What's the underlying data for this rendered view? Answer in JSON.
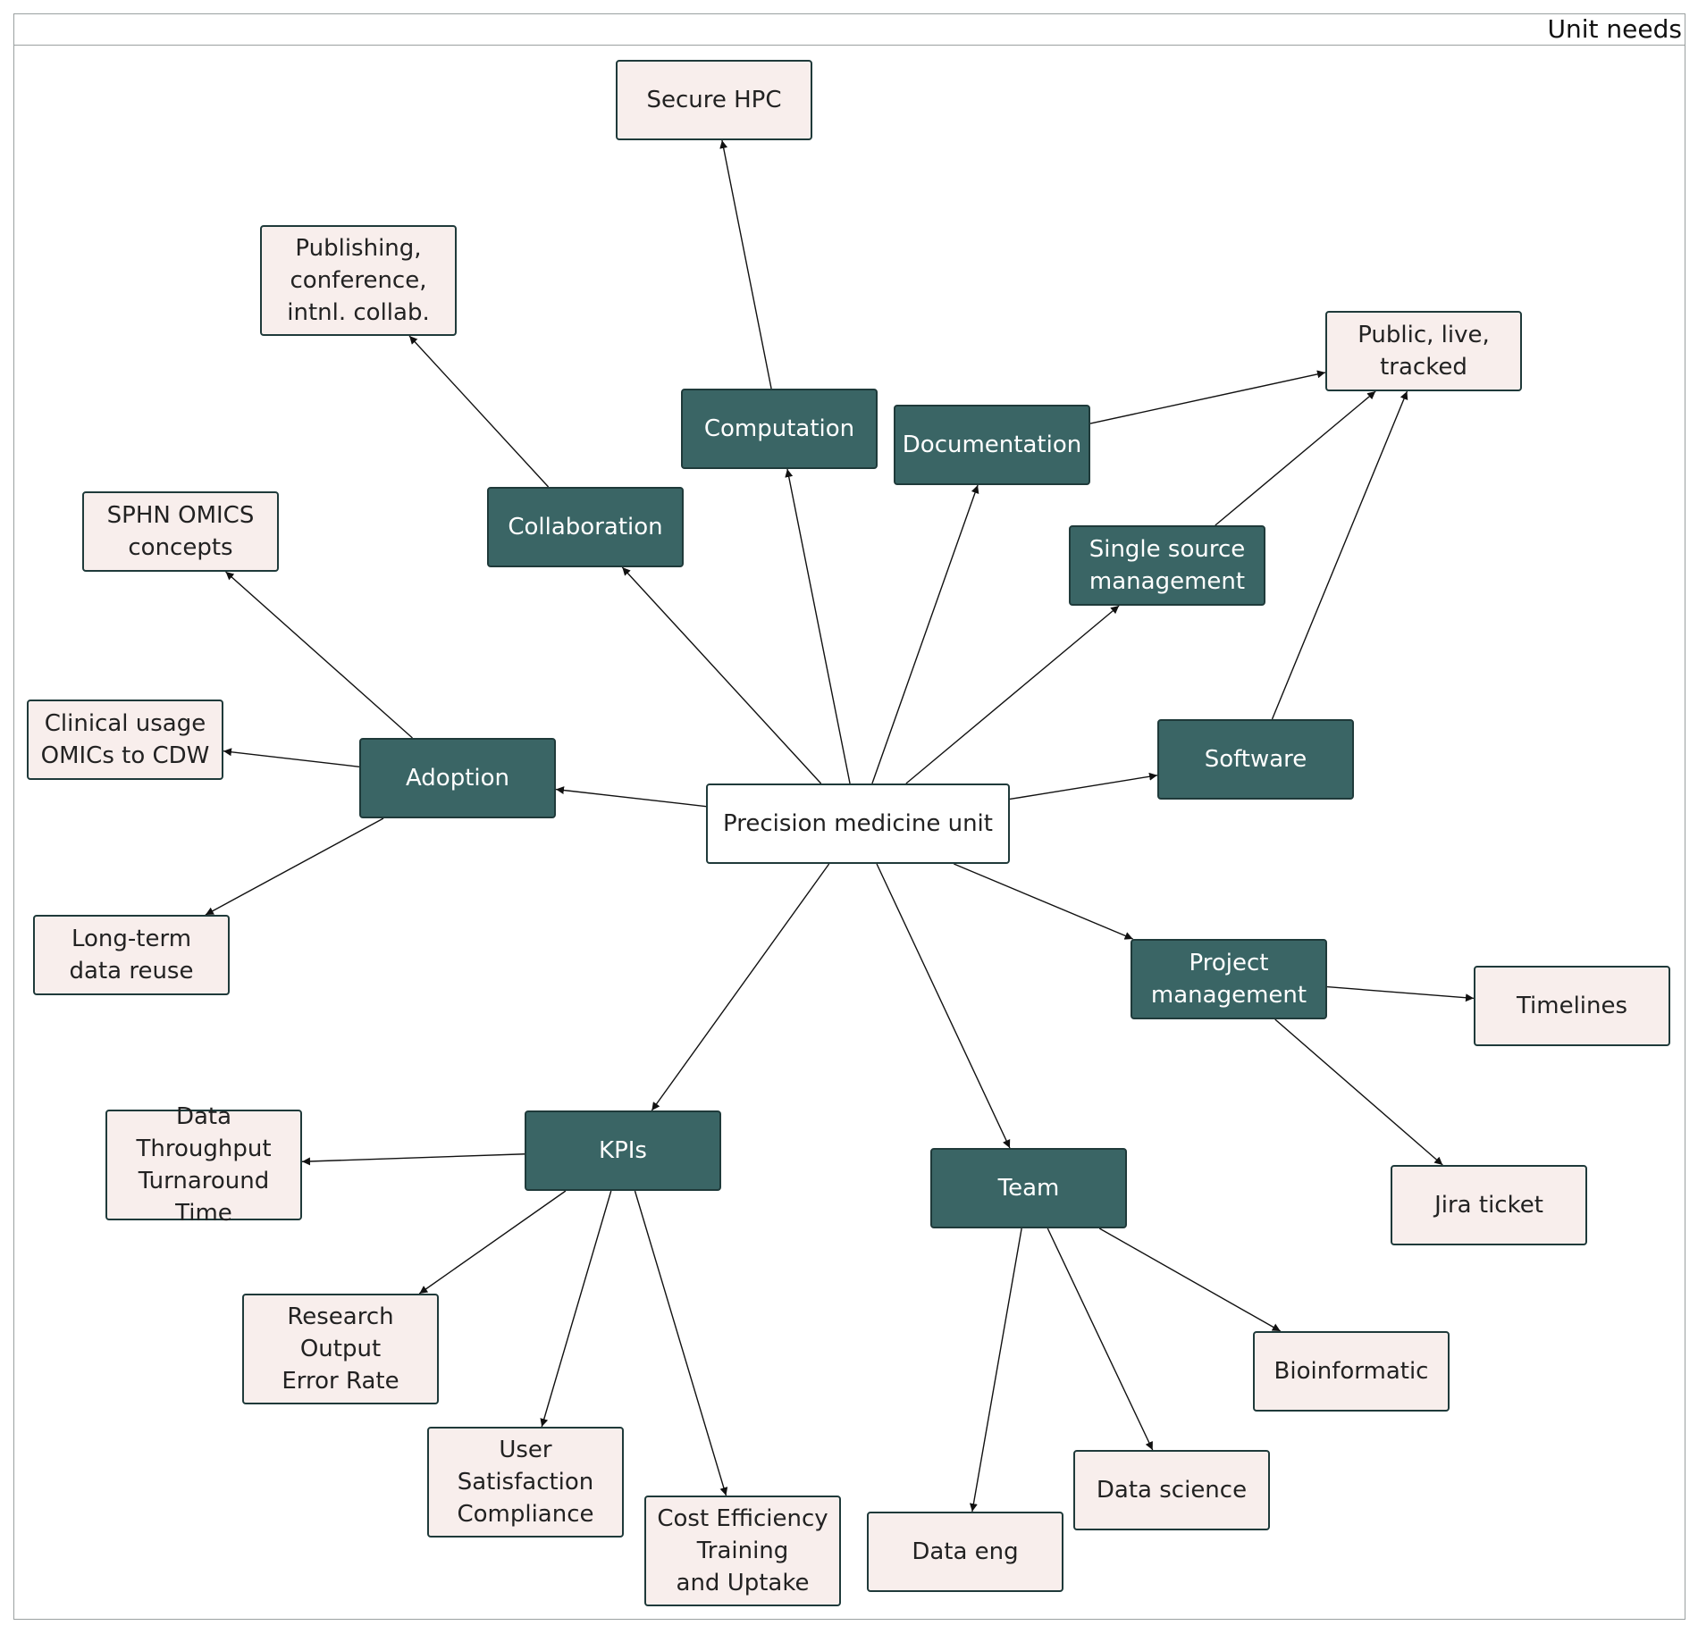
{
  "title": "Unit needs",
  "colors": {
    "category_fill": "#3a6565",
    "leaf_fill": "#f8eeec",
    "center_fill": "#ffffff",
    "border": "#1f3a3a",
    "edge": "#111111"
  },
  "nodes": {
    "center": "Precision medicine unit",
    "collaboration": "Collaboration",
    "computation": "Computation",
    "documentation": "Documentation",
    "single_source": "Single source\nmanagement",
    "software": "Software",
    "adoption": "Adoption",
    "project_mgmt": "Project\nmanagement",
    "kpis": "KPIs",
    "team": "Team",
    "secure_hpc": "Secure HPC",
    "publishing": "Publishing,\nconference,\nintnl. collab.",
    "public_live": "Public, live,\ntracked",
    "sphn_omics": "SPHN OMICS\nconcepts",
    "clinical_usage": "Clinical usage\nOMICs to CDW",
    "long_term": "Long-term\ndata reuse",
    "timelines": "Timelines",
    "jira": "Jira ticket",
    "data_throughput": "Data Throughput\nTurnaround Time",
    "research_output": "Research Output\nError Rate",
    "user_satisfaction": "User Satisfaction\nCompliance",
    "cost_efficiency": "Cost Efficiency\nTraining\nand Uptake",
    "bioinformatic": "Bioinformatic",
    "data_science": "Data science",
    "data_eng": "Data eng"
  },
  "edges": [
    [
      "center",
      "collaboration"
    ],
    [
      "center",
      "computation"
    ],
    [
      "center",
      "documentation"
    ],
    [
      "center",
      "single_source"
    ],
    [
      "center",
      "software"
    ],
    [
      "center",
      "adoption"
    ],
    [
      "center",
      "project_mgmt"
    ],
    [
      "center",
      "kpis"
    ],
    [
      "center",
      "team"
    ],
    [
      "computation",
      "secure_hpc"
    ],
    [
      "collaboration",
      "publishing"
    ],
    [
      "documentation",
      "public_live"
    ],
    [
      "single_source",
      "public_live"
    ],
    [
      "software",
      "public_live"
    ],
    [
      "adoption",
      "sphn_omics"
    ],
    [
      "adoption",
      "clinical_usage"
    ],
    [
      "adoption",
      "long_term"
    ],
    [
      "project_mgmt",
      "timelines"
    ],
    [
      "project_mgmt",
      "jira"
    ],
    [
      "kpis",
      "data_throughput"
    ],
    [
      "kpis",
      "research_output"
    ],
    [
      "kpis",
      "user_satisfaction"
    ],
    [
      "kpis",
      "cost_efficiency"
    ],
    [
      "team",
      "bioinformatic"
    ],
    [
      "team",
      "data_science"
    ],
    [
      "team",
      "data_eng"
    ]
  ]
}
